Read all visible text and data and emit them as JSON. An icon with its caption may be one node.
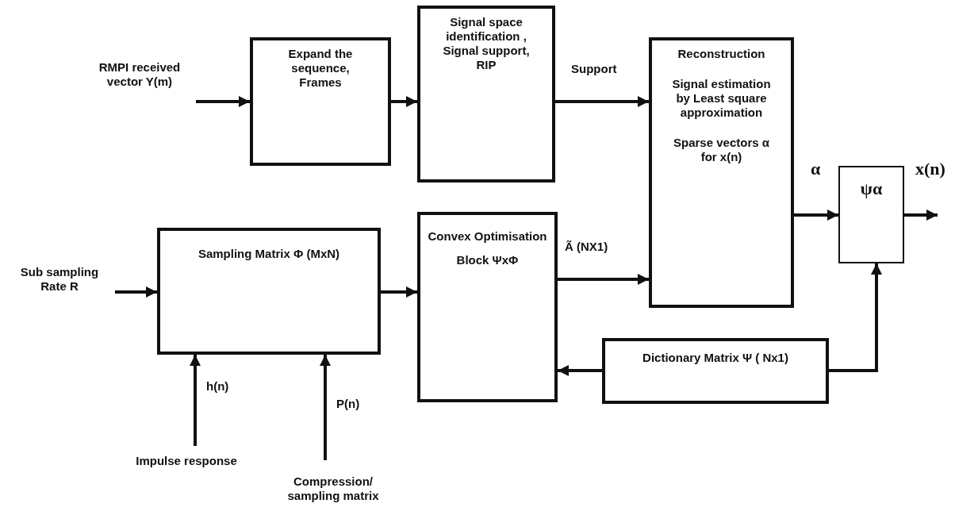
{
  "diagram": {
    "nodes": [
      {
        "text": [
          "RMPI received vector Y(m)"
        ]
      },
      {
        "text": [
          "Expand the sequence, Frames"
        ]
      },
      {
        "text": [
          "Signal space identification , Signal support, RIP"
        ]
      },
      {
        "text": [
          "Reconstruction",
          "Signal estimation by Least square approximation",
          "Sparse vectors α for x(n)"
        ]
      },
      {
        "text": [
          "ψα"
        ]
      },
      {
        "text": [
          "Sub sampling Rate R"
        ]
      },
      {
        "text": [
          "Sampling Matrix Φ (MxN)"
        ]
      },
      {
        "text": [
          "Convex Optimisation",
          "Block ΨxΦ"
        ]
      },
      {
        "text": [
          "Dictionary Matrix Ψ ( Nx1)"
        ]
      },
      {
        "text": [
          "Impulse response"
        ]
      },
      {
        "text": [
          "Compression/ sampling matrix"
        ]
      }
    ],
    "edges": [
      {
        "from": 0,
        "to": 1,
        "arrow": "to"
      },
      {
        "from": 1,
        "to": 2,
        "arrow": "to"
      },
      {
        "from": 2,
        "to": 3,
        "arrow": "to",
        "label": "Support"
      },
      {
        "from": 7,
        "to": 3,
        "arrow": "to",
        "label": "Ã (NX1)"
      },
      {
        "from": 3,
        "to": 4,
        "arrow": "to",
        "label": "α"
      },
      {
        "from": 4,
        "to": null,
        "arrow": "to",
        "label": "x(n)"
      },
      {
        "from": 5,
        "to": 6,
        "arrow": "to"
      },
      {
        "from": 6,
        "to": 7,
        "arrow": "to"
      },
      {
        "from": 9,
        "to": 6,
        "arrow": "to",
        "label": "h(n)"
      },
      {
        "from": 10,
        "to": 6,
        "arrow": "to",
        "label": "P(n)"
      },
      {
        "from": 8,
        "to": 7,
        "arrow": "to"
      },
      {
        "from": 8,
        "to": 4,
        "arrow": "to"
      }
    ]
  }
}
